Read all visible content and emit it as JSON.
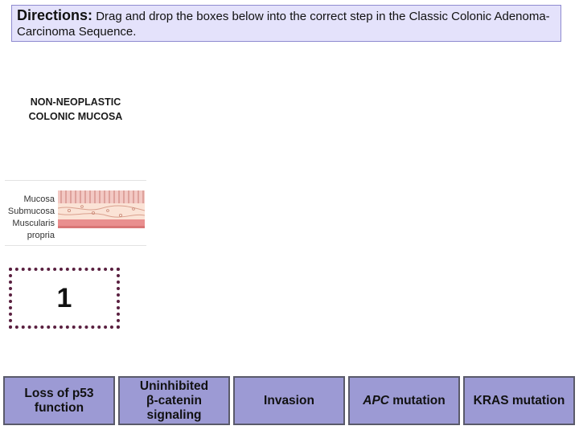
{
  "directions": {
    "label": "Directions:",
    "text": "Drag and drop the boxes below into the correct step in the Classic Colonic Adenoma-Carcinoma Sequence."
  },
  "stage": {
    "title_line1": "NON-NEOPLASTIC",
    "title_line2": "COLONIC MUCOSA",
    "layer_labels": [
      "Mucosa",
      "Submucosa",
      "Muscularis",
      "propria"
    ]
  },
  "drop_slot": {
    "number": "1"
  },
  "tiles": [
    {
      "line1": "Loss of p53",
      "line2": "function",
      "line3": ""
    },
    {
      "line1": "Uninhibited",
      "line2": "β-catenin",
      "line3": "signaling"
    },
    {
      "line1": "Invasion",
      "line2": "",
      "line3": ""
    },
    {
      "italic": "APC",
      "rest": " mutation"
    },
    {
      "line1": "KRAS mutation",
      "line2": "",
      "line3": ""
    }
  ],
  "colors": {
    "directions_bg": "#e4e2fb",
    "tile_bg": "#9c9ad4",
    "slot_border": "#5a2040"
  }
}
